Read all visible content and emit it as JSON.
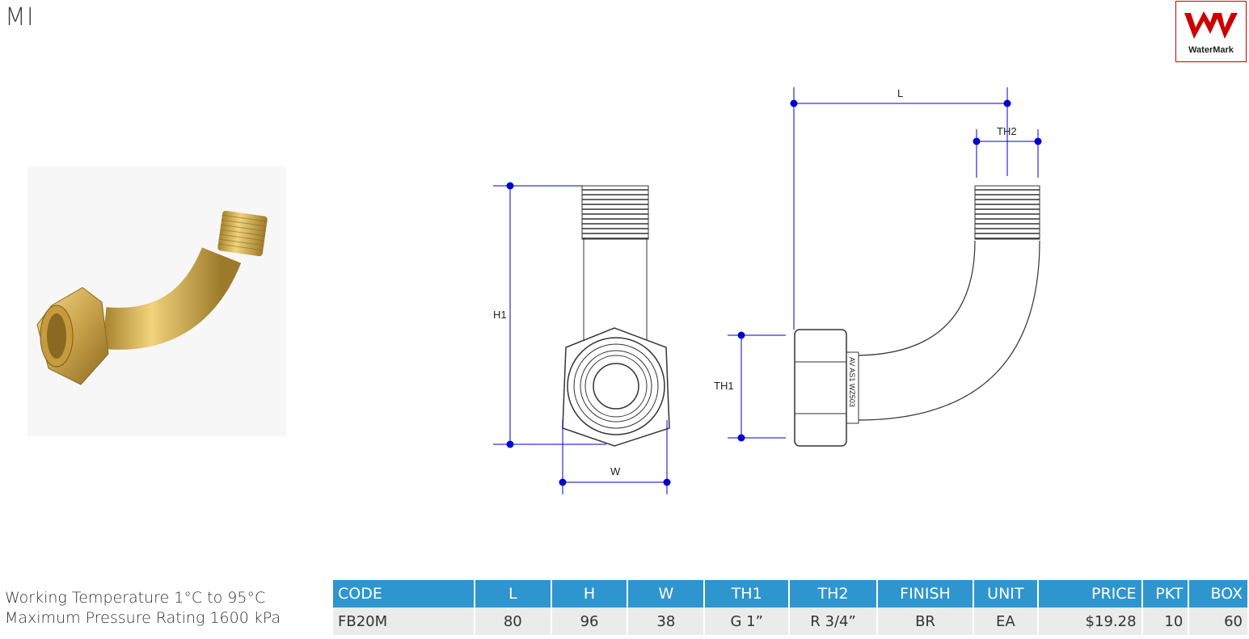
{
  "header": {
    "brand": "MI"
  },
  "watermark": {
    "label": "WaterMark"
  },
  "drawing": {
    "labels": {
      "L": "L",
      "H1": "H1",
      "W": "W",
      "TH1": "TH1",
      "TH2": "TH2"
    },
    "stamp": "AV AS1 WZ503"
  },
  "specs": {
    "temperature": "Working Temperature 1°C to 95°C",
    "pressure": "Maximum Pressure Rating  1600 kPa"
  },
  "table": {
    "headers": [
      "CODE",
      "L",
      "H",
      "W",
      "TH1",
      "TH2",
      "FINISH",
      "UNIT",
      "PRICE",
      "PKT",
      "BOX"
    ],
    "rows": [
      [
        "FB20M",
        "80",
        "96",
        "38",
        "G 1”",
        "R 3/4”",
        "BR",
        "EA",
        "$19.28",
        "10",
        "60"
      ]
    ]
  },
  "colors": {
    "accent": "#2f95cf",
    "dimension": "#0000cc",
    "watermark_red": "#cc0000"
  }
}
